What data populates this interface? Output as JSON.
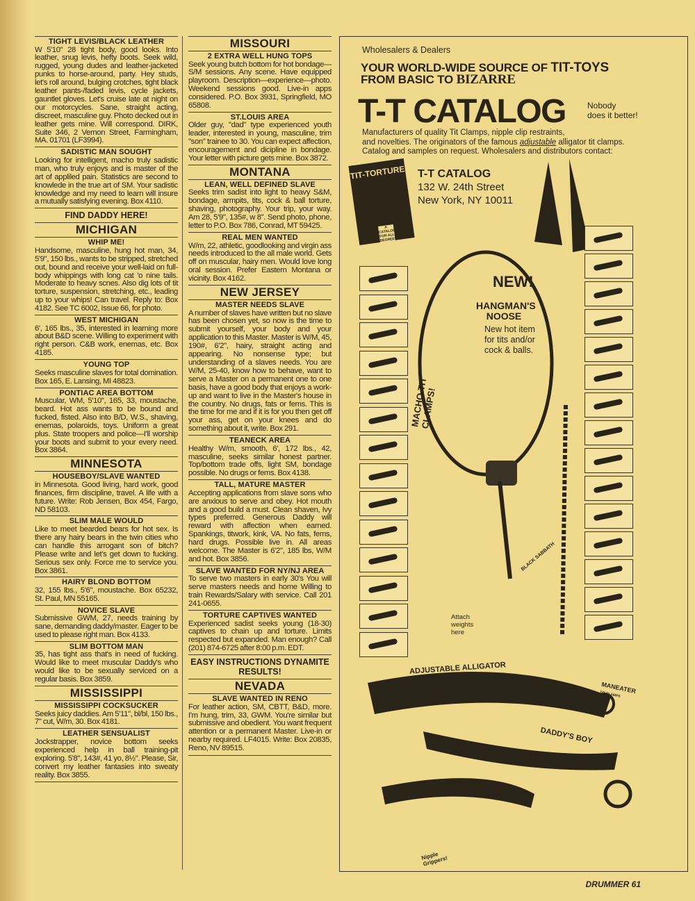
{
  "columns": [
    [
      {
        "type": "ad",
        "title": "TIGHT LEVIS/BLACK LEATHER",
        "body": "W 5'10\" 28 tight body, good looks. Into leather, snug levis, hefty boots. Seek wild, rugged, young dudes and leather-jacketed punks to horse-around, party. Hey studs, let's roll around, bulging crotches, tight black leather pants-/faded levis, cycle jackets, gauntlet gloves. Let's cruise late at night on our motorcycles. Sane, straight acting, discreet, masculine guy. Photo decked out in leather gets mine. Will correspond. DIRK, Suite 346, 2 Vernon Street, Farmingham, MA. 01701 (LF3994)."
      },
      {
        "type": "ad",
        "title": "SADISTIC MAN SOUGHT",
        "body": "Looking for intelligent, macho truly sadistic man, who truly enjoys and is master of the art of appliled pain. Statistics are second to knowlede in the true art of SM. Your sadistic knowledge and my need to learn will insure a mutually satisfying evening. Box 4110."
      },
      {
        "type": "banner",
        "text": "FIND DADDY HERE!"
      },
      {
        "type": "state",
        "text": "MICHIGAN"
      },
      {
        "type": "ad",
        "title": "WHIP ME!",
        "body": "Handsome, masculine, hung hot man, 34, 5'9\", 150 lbs., wants to be stripped, stretched out, bound and receive your well-laid on full-body whippings with long cat 'o nine tails. Moderate to heavy scnes. Also dig lots of tit torture, suspension, stretching, etc., leading up to your whips! Can travel. Reply to: Box 4182. See TC 6002, Issue 66, for photo."
      },
      {
        "type": "ad",
        "title": "WEST MICHIGAN",
        "body": "6', 165 lbs., 35, interested in learning more about B&D scene. Willing to experiment with right person. C&B work, enemas, etc. Box 4185."
      },
      {
        "type": "ad",
        "title": "YOUNG TOP",
        "body": "Seeks masculine slaves for total domination. Box 165, E. Lansing, MI 48823."
      },
      {
        "type": "ad",
        "title": "PONTIAC AREA BOTTOM",
        "body": "Muscular, WM, 5'10\", 165, 33, moustache, beard. Hot ass wants to be bound and fucked, fisted. Also into B/D, W.S., shaving, enemas, polaroids, toys. Uniform a great plus. State troopers and police—I'll worship your boots and submit to your every need. Box 3864."
      },
      {
        "type": "state",
        "text": "MINNESOTA"
      },
      {
        "type": "ad",
        "title": "HOUSEBOY/SLAVE WANTED",
        "body": "in Minnesota. Good living, hard work, good finances, firm discipline, travel. A life with a future. Write: Rob Jensen, Box 454, Fargo, ND 58103."
      },
      {
        "type": "ad",
        "title": "SLIM MALE WOULD",
        "body": "Like to meet bearded bears for hot sex. Is there any hairy bears in the twin cities who can handle this arrogant son of bitch? Please write and let's get down to fucking. Serious sex only. Force me to service you. Box 3861."
      },
      {
        "type": "ad",
        "title": "HAIRY BLOND BOTTOM",
        "body": "32, 155 lbs., 5'6\", moustache. Box 65232, St. Paul, MN 55165."
      },
      {
        "type": "ad",
        "title": "NOVICE SLAVE",
        "body": "Submissive GWM, 27, needs training by sane, demanding daddy/master. Eager to be used to please right man. Box 4133."
      },
      {
        "type": "ad",
        "title": "SLIM BOTTOM MAN",
        "body": "35, has tight ass that's in need of fucking. Would like to meet muscular Daddy's who would like to be sexually serviced on a regular basis. Box 3859."
      },
      {
        "type": "state",
        "text": "MISSISSIPPI"
      },
      {
        "type": "ad",
        "title": "MISSISSIPPI COCKSUCKER",
        "body": "Seeks juicy daddies. Am 5'11\", bl/bl, 150 lbs., 7\" cut, W/m, 30. Box 4181."
      },
      {
        "type": "ad",
        "title": "LEATHER SENSUALIST",
        "body": "Jockstrapper, novice bottom seeks experienced help in ball training-pit exploring. 5'8\", 143#, 41 yo, 8½\". Please, Sir, convert my leather fantasies into sweaty reality. Box 3855."
      }
    ],
    [
      {
        "type": "state",
        "text": "MISSOURI"
      },
      {
        "type": "ad",
        "title": "2 EXTRA WELL HUNG TOPS",
        "body": "Seek young butch bottom for hot bondage—S/M sessions. Any scene. Have equipped playroom. Description—experience—photo. Weekend sessions good. Live-in apps considered. P.O. Box 3931, Springfield, MO 65808."
      },
      {
        "type": "ad",
        "title": "ST.LOUIS AREA",
        "body": "Older guy, \"dad\" type experienced youth leader, interested in young, masculine, trim \"son\" trainee to 30. You can expect affection, encouragement and dicipline in bondage. Your letter with picture gets mine. Box 3872."
      },
      {
        "type": "state",
        "text": "MONTANA"
      },
      {
        "type": "ad",
        "title": "LEAN, WELL DEFINED SLAVE",
        "body": "Seeks trim sadist into light to heavy S&M, bondage, armpits, tits, cock & ball torture, shaving, photography. Your trip, your way. Am 28, 5'9\", 135#, w 8\". Send photo, phone, letter to P.O. Box 786, Conrad, MT 59425."
      },
      {
        "type": "ad",
        "title": "REAL MEN WANTED",
        "body": "W/m, 22, athletic, goodlooking and virgin ass needs introduced to the all male world. Gets off on muscular, hairy men. Would love long oral session. Prefer Eastern Montana or vicinity. Box 4162."
      },
      {
        "type": "state",
        "text": "NEW JERSEY"
      },
      {
        "type": "ad",
        "title": "MASTER NEEDS SLAVE",
        "body": "A number of slaves have written but no slave has been chosen yet, so now is the time to submit yourself, your body and your application to this Master. Master is W/M, 45, 190#, 6'2\", hairy, straight acting and appearing. No nonsense type; but understanding of a slaves needs. You are W/M, 25-40, know how to behave, want to serve a Master on a permanent one to one basis, have a good body that enjoys a work-up and want to live in the Master's house in the country. No drugs, fats or fems. This is the time for me and if it is for you then get off your ass, get on your knees and do something about it, write. Box 291."
      },
      {
        "type": "ad",
        "title": "TEANECK AREA",
        "body": "Healthy W/m, smooth, 6', 172 lbs., 42, masculine, seeks similar honest partner. Top/bottom trade offs, light SM, bondage possible. No drugs or fems. Box 4138."
      },
      {
        "type": "ad",
        "title": "TALL, MATURE MASTER",
        "body": "Accepting applications from slave sons who are anxious to serve and obey. Hot mouth and a good build a must. Clean shaven, Ivy types preferred. Generous Daddy will reward with affection when earned. Spankings, titwork, kink, VA. No fats, fems, hard drugs. Possible live in. All areas welcome. The Master is 6'2\", 185 lbs, W/M and hot. Box 3856."
      },
      {
        "type": "ad",
        "title": "SLAVE WANTED FOR NY/NJ AREA",
        "body": "To serve two masters in early 30's You will serve masters needs and home Willing to train Rewards/Salary with service. Call 201 241-0655."
      },
      {
        "type": "ad",
        "title": "TORTURE CAPTIVES WANTED",
        "body": "Experienced sadist seeks young (18-30) captives to chain up and torture. Limits respected but expanded. Man enough? Call (201) 874-6725 after 8:00 p.m. EDT."
      },
      {
        "type": "banner",
        "text": "EASY INSTRUCTIONS DYNAMITE RESULTS!"
      },
      {
        "type": "state",
        "text": "NEVADA"
      },
      {
        "type": "ad",
        "title": "SLAVE WANTED IN RENO",
        "body": "For leather action, SM, CBTT, B&D, more. I'm hung, trim, 33, GWM. You're similar but submissive and obedient. You want frequent attention or a permanent Master. Live-in or nearby required. LF4015. Write: Box 20835, Reno, NV 89515."
      }
    ]
  ],
  "display_ad": {
    "kicker": "Wholesalers & Dealers",
    "headline_1": "YOUR WORLD-WIDE SOURCE OF",
    "headline_1b": "TIT-TOYS",
    "headline_2": "FROM BASIC TO",
    "headline_2b": "BIZARRE",
    "logo": "T-T CATALOG",
    "slogan_1": "Nobody",
    "slogan_2": "does it better!",
    "mfg_1": "Manufacturers of quality Tit Clamps, nipple clip restraints,",
    "mfg_2a": "and novelties. The originators of the famous",
    "mfg_2b": "adjustable",
    "mfg_2c": "alligator tit clamps.",
    "mfg_3": "Catalog and samples on request. Wholesalers and distributors contact:",
    "address_name": "T-T CATALOG",
    "address_street": "132 W. 24th Street",
    "address_city": "New York, NY 10011",
    "book_title": "TIT-TORTURE",
    "book_sub": "A CATALOG FOR ALL DEGREES",
    "new_label": "NEW!",
    "noose_title": "HANGMAN'S NOOSE",
    "noose_desc": "New hot item for tits and/or cock & balls.",
    "macho": "MACHO TIT CLAMPS!",
    "black_sabbath": "BLACK SABBATH",
    "weights": "Attach weights here",
    "alligator": "ADJUSTABLE ALLIGATOR",
    "maneater": "MANEATER",
    "maneater_sub": "TIT CLAMPS",
    "daddys_boy": "DADDY'S BOY",
    "nipple": "Nipple Grippers!"
  },
  "footer": {
    "magazine": "DRUMMER",
    "page": "61"
  }
}
